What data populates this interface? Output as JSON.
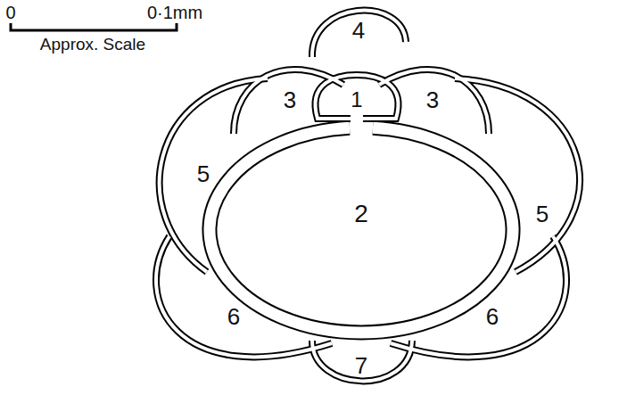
{
  "diagram": {
    "labels": [
      "0",
      "0·1mm",
      "Approx. Scale",
      "4",
      "3",
      "1",
      "3",
      "5",
      "2",
      "5",
      "6",
      "6",
      "7"
    ]
  }
}
